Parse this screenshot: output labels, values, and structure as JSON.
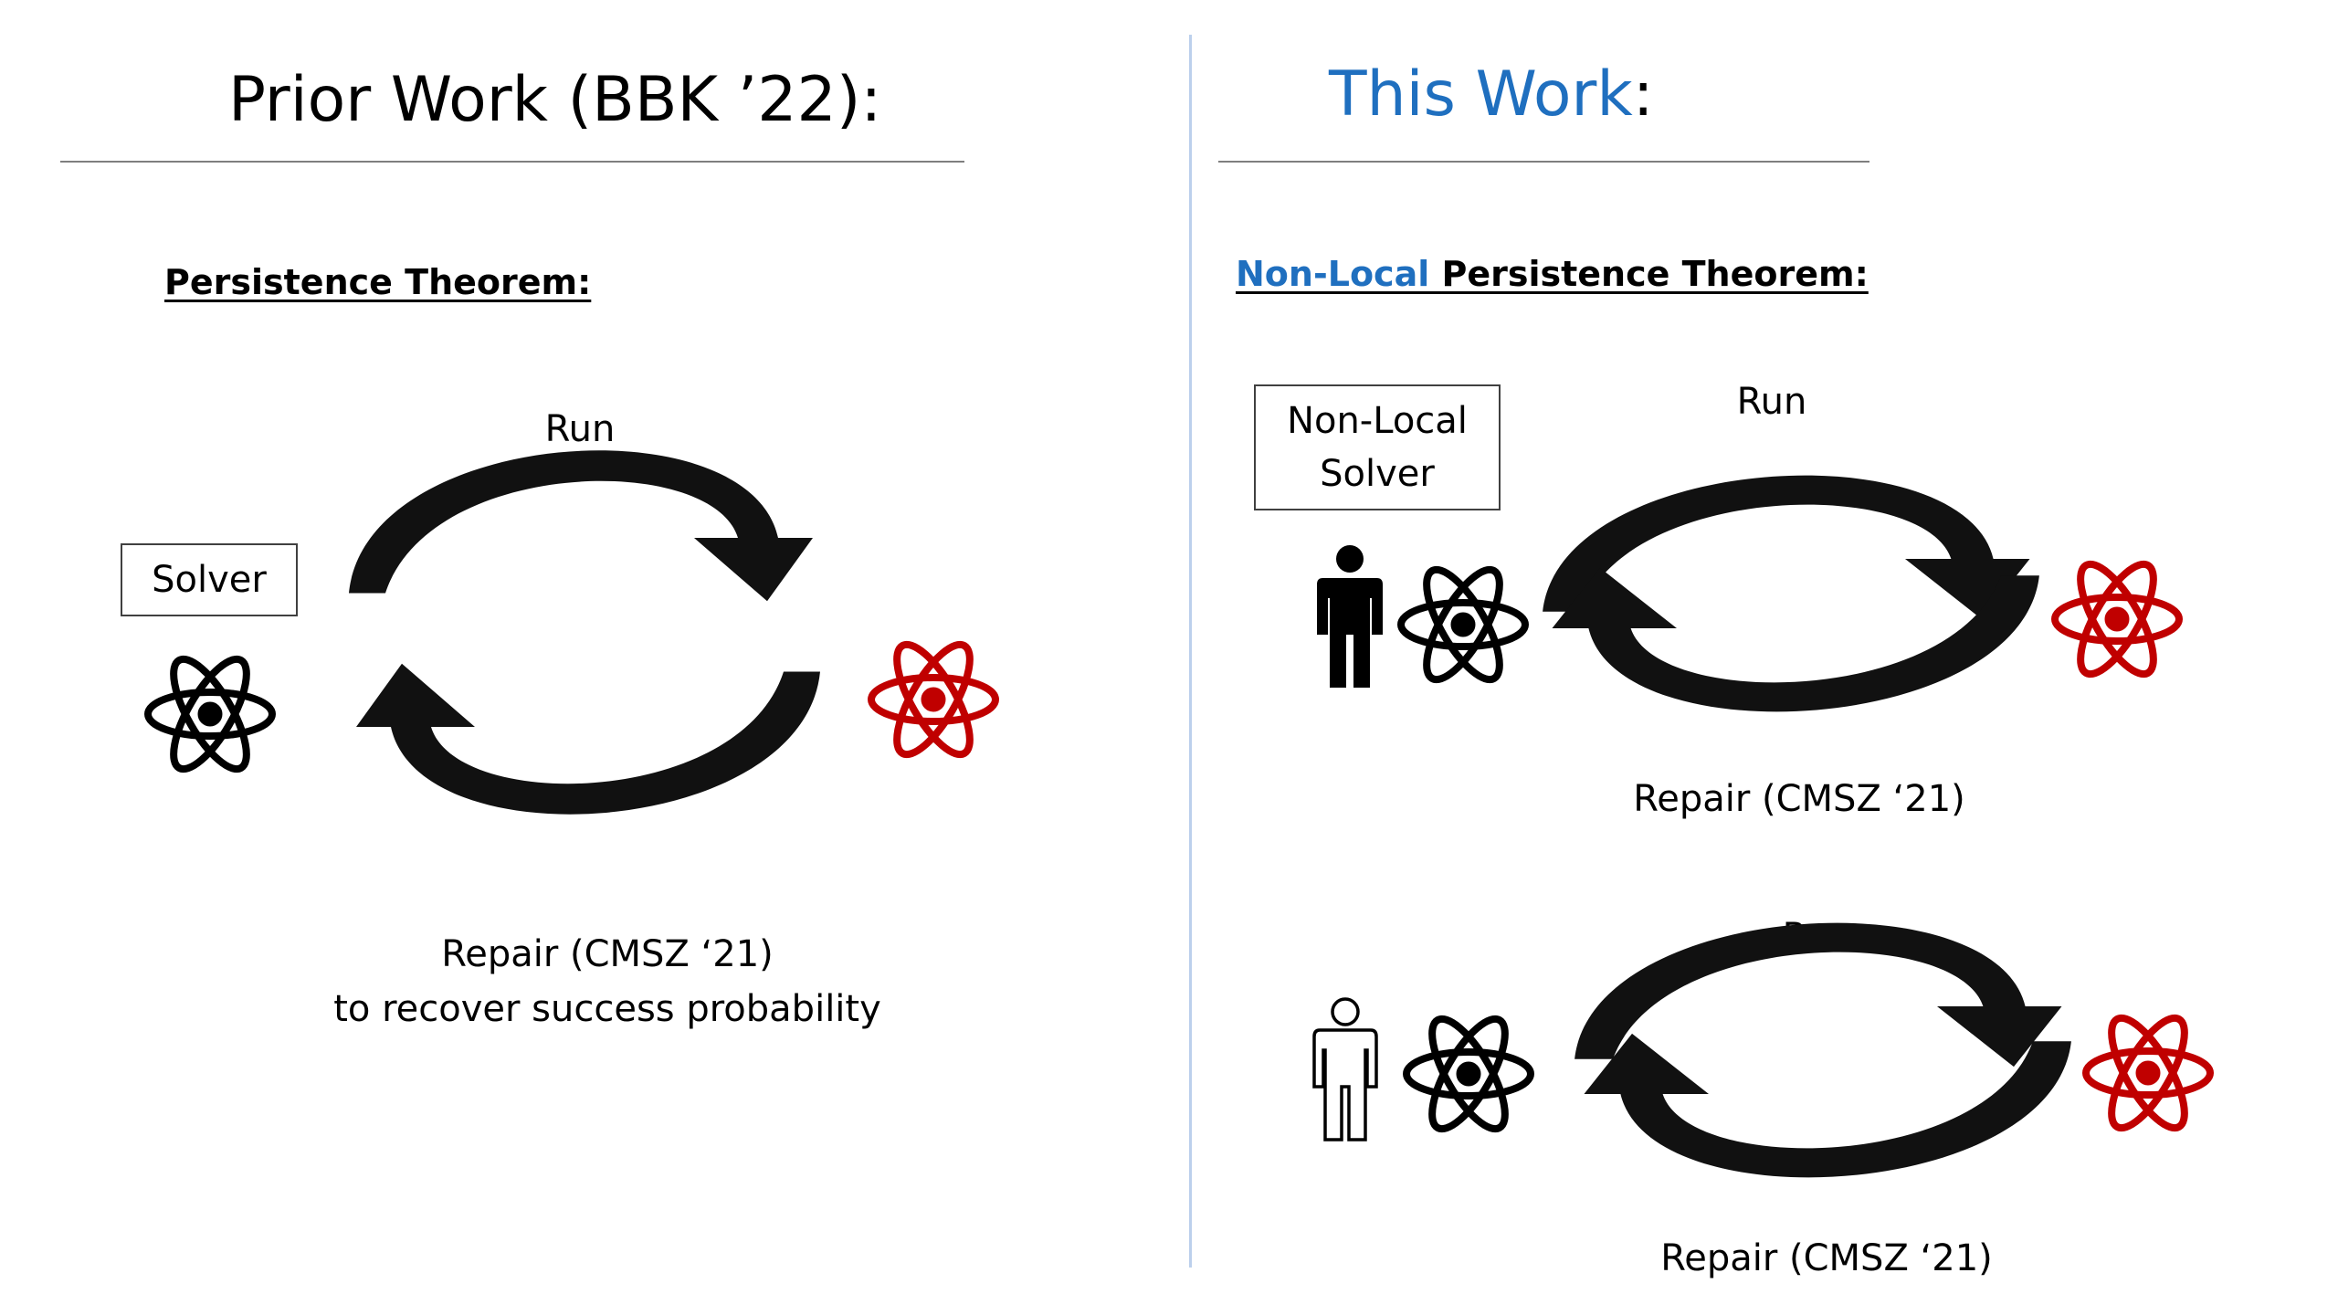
{
  "left": {
    "heading": "Prior Work (BBK ’22):",
    "theorem": "Persistence Theorem:",
    "solver_label": "Solver",
    "run_label": "Run",
    "repair_line1": "Repair (CMSZ ‘21)",
    "repair_line2": "to recover success probability"
  },
  "right": {
    "heading_main": "This Work",
    "heading_colon": ":",
    "theorem_prefix": "Non-Local ",
    "theorem_rest": "Persistence Theorem:",
    "solver_line1": "Non-Local",
    "solver_line2": "Solver",
    "top_run_label": "Run",
    "top_repair_label": "Repair (CMSZ ‘21)",
    "bottom_run_label": "Run",
    "bottom_repair_label": "Repair (CMSZ ‘21)"
  },
  "colors": {
    "accent_blue": "#1f6fbf",
    "atom_black": "#000000",
    "atom_red": "#c00000",
    "arrow_fill": "#111111",
    "divider": "#bcd0ec",
    "rule": "#7f7f7f"
  },
  "icons": {
    "atom": "atom-icon",
    "person_filled": "person-filled-icon",
    "person_outline": "person-outline-icon",
    "arc_arrow": "curved-arrow-icon"
  }
}
